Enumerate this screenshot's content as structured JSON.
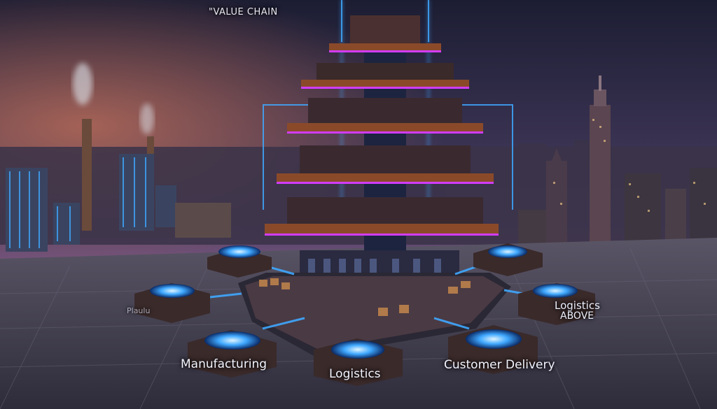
{
  "labels": {
    "title": "\"VALUE CHAIN",
    "small_tag": "Plaulu",
    "logistics_above_line1": "Logistics",
    "logistics_above_line2": "ABOVE",
    "manufacturing": "Manufacturing",
    "logistics": "Logistics",
    "customer_delivery": "Customer Delivery"
  },
  "colors": {
    "sky_top": "#1c1d33",
    "sky_horizon": "#a86a9a",
    "haze_left": "#d4775a",
    "glow_blue": "#3fa8ff",
    "glow_magenta": "#d23cff",
    "platform_wood": "#7a4a2e",
    "ground": "#3b3a4a"
  },
  "icons": {
    "platform_nodes": [
      "warehouse-icon",
      "gear-icon",
      "lightbulb-icon",
      "gears-icon",
      "globe-icon",
      "hologram-icon"
    ]
  }
}
